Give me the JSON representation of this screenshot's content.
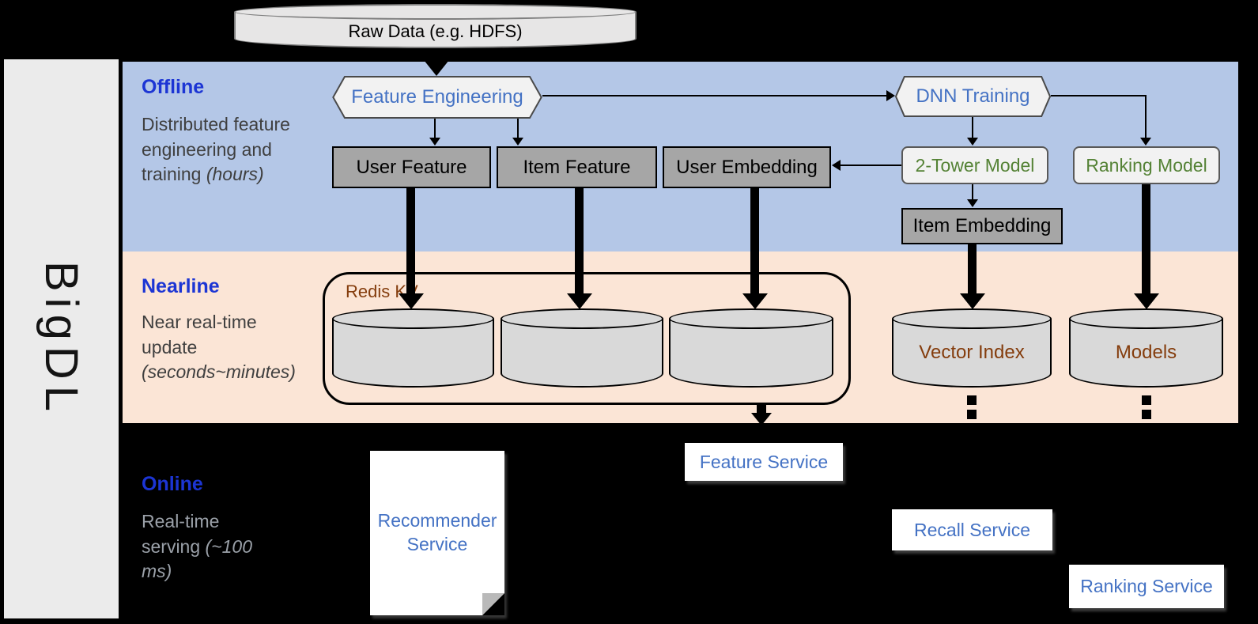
{
  "brand": "BigDL",
  "raw_data_label": "Raw Data (e.g. HDFS)",
  "offline": {
    "title": "Offline",
    "description": "Distributed feature engineering and training",
    "description_italic": "(hours)",
    "feature_engineering": "Feature Engineering",
    "dnn_training": "DNN Training",
    "user_feature": "User Feature",
    "item_feature": "Item Feature",
    "user_embedding": "User Embedding",
    "two_tower_model": "2-Tower Model",
    "ranking_model": "Ranking Model",
    "item_embedding": "Item Embedding"
  },
  "nearline": {
    "title": "Nearline",
    "description": "Near real-time update",
    "description_italic": "(seconds~minutes)",
    "redis_kv": "Redis KV",
    "vector_index": "Vector Index",
    "models": "Models"
  },
  "online": {
    "title": "Online",
    "description": "Real-time serving",
    "description_italic": "(~100 ms)",
    "feature_service": "Feature Service",
    "recommender_service": "Recommender Service",
    "recall_service": "Recall Service",
    "ranking_service": "Ranking Service"
  },
  "colors": {
    "offline_band": "#b4c7e7",
    "nearline_band": "#fbe5d6",
    "online_band": "#000000",
    "section_title_blue": "#1c35d4",
    "box_label_blue": "#4472c4",
    "model_label_green": "#548235",
    "store_label_brown": "#843c0c",
    "dark_box_fill": "#a6a6a6",
    "light_box_fill": "#f2f2f2",
    "cylinder_fill": "#d9d9d9"
  }
}
